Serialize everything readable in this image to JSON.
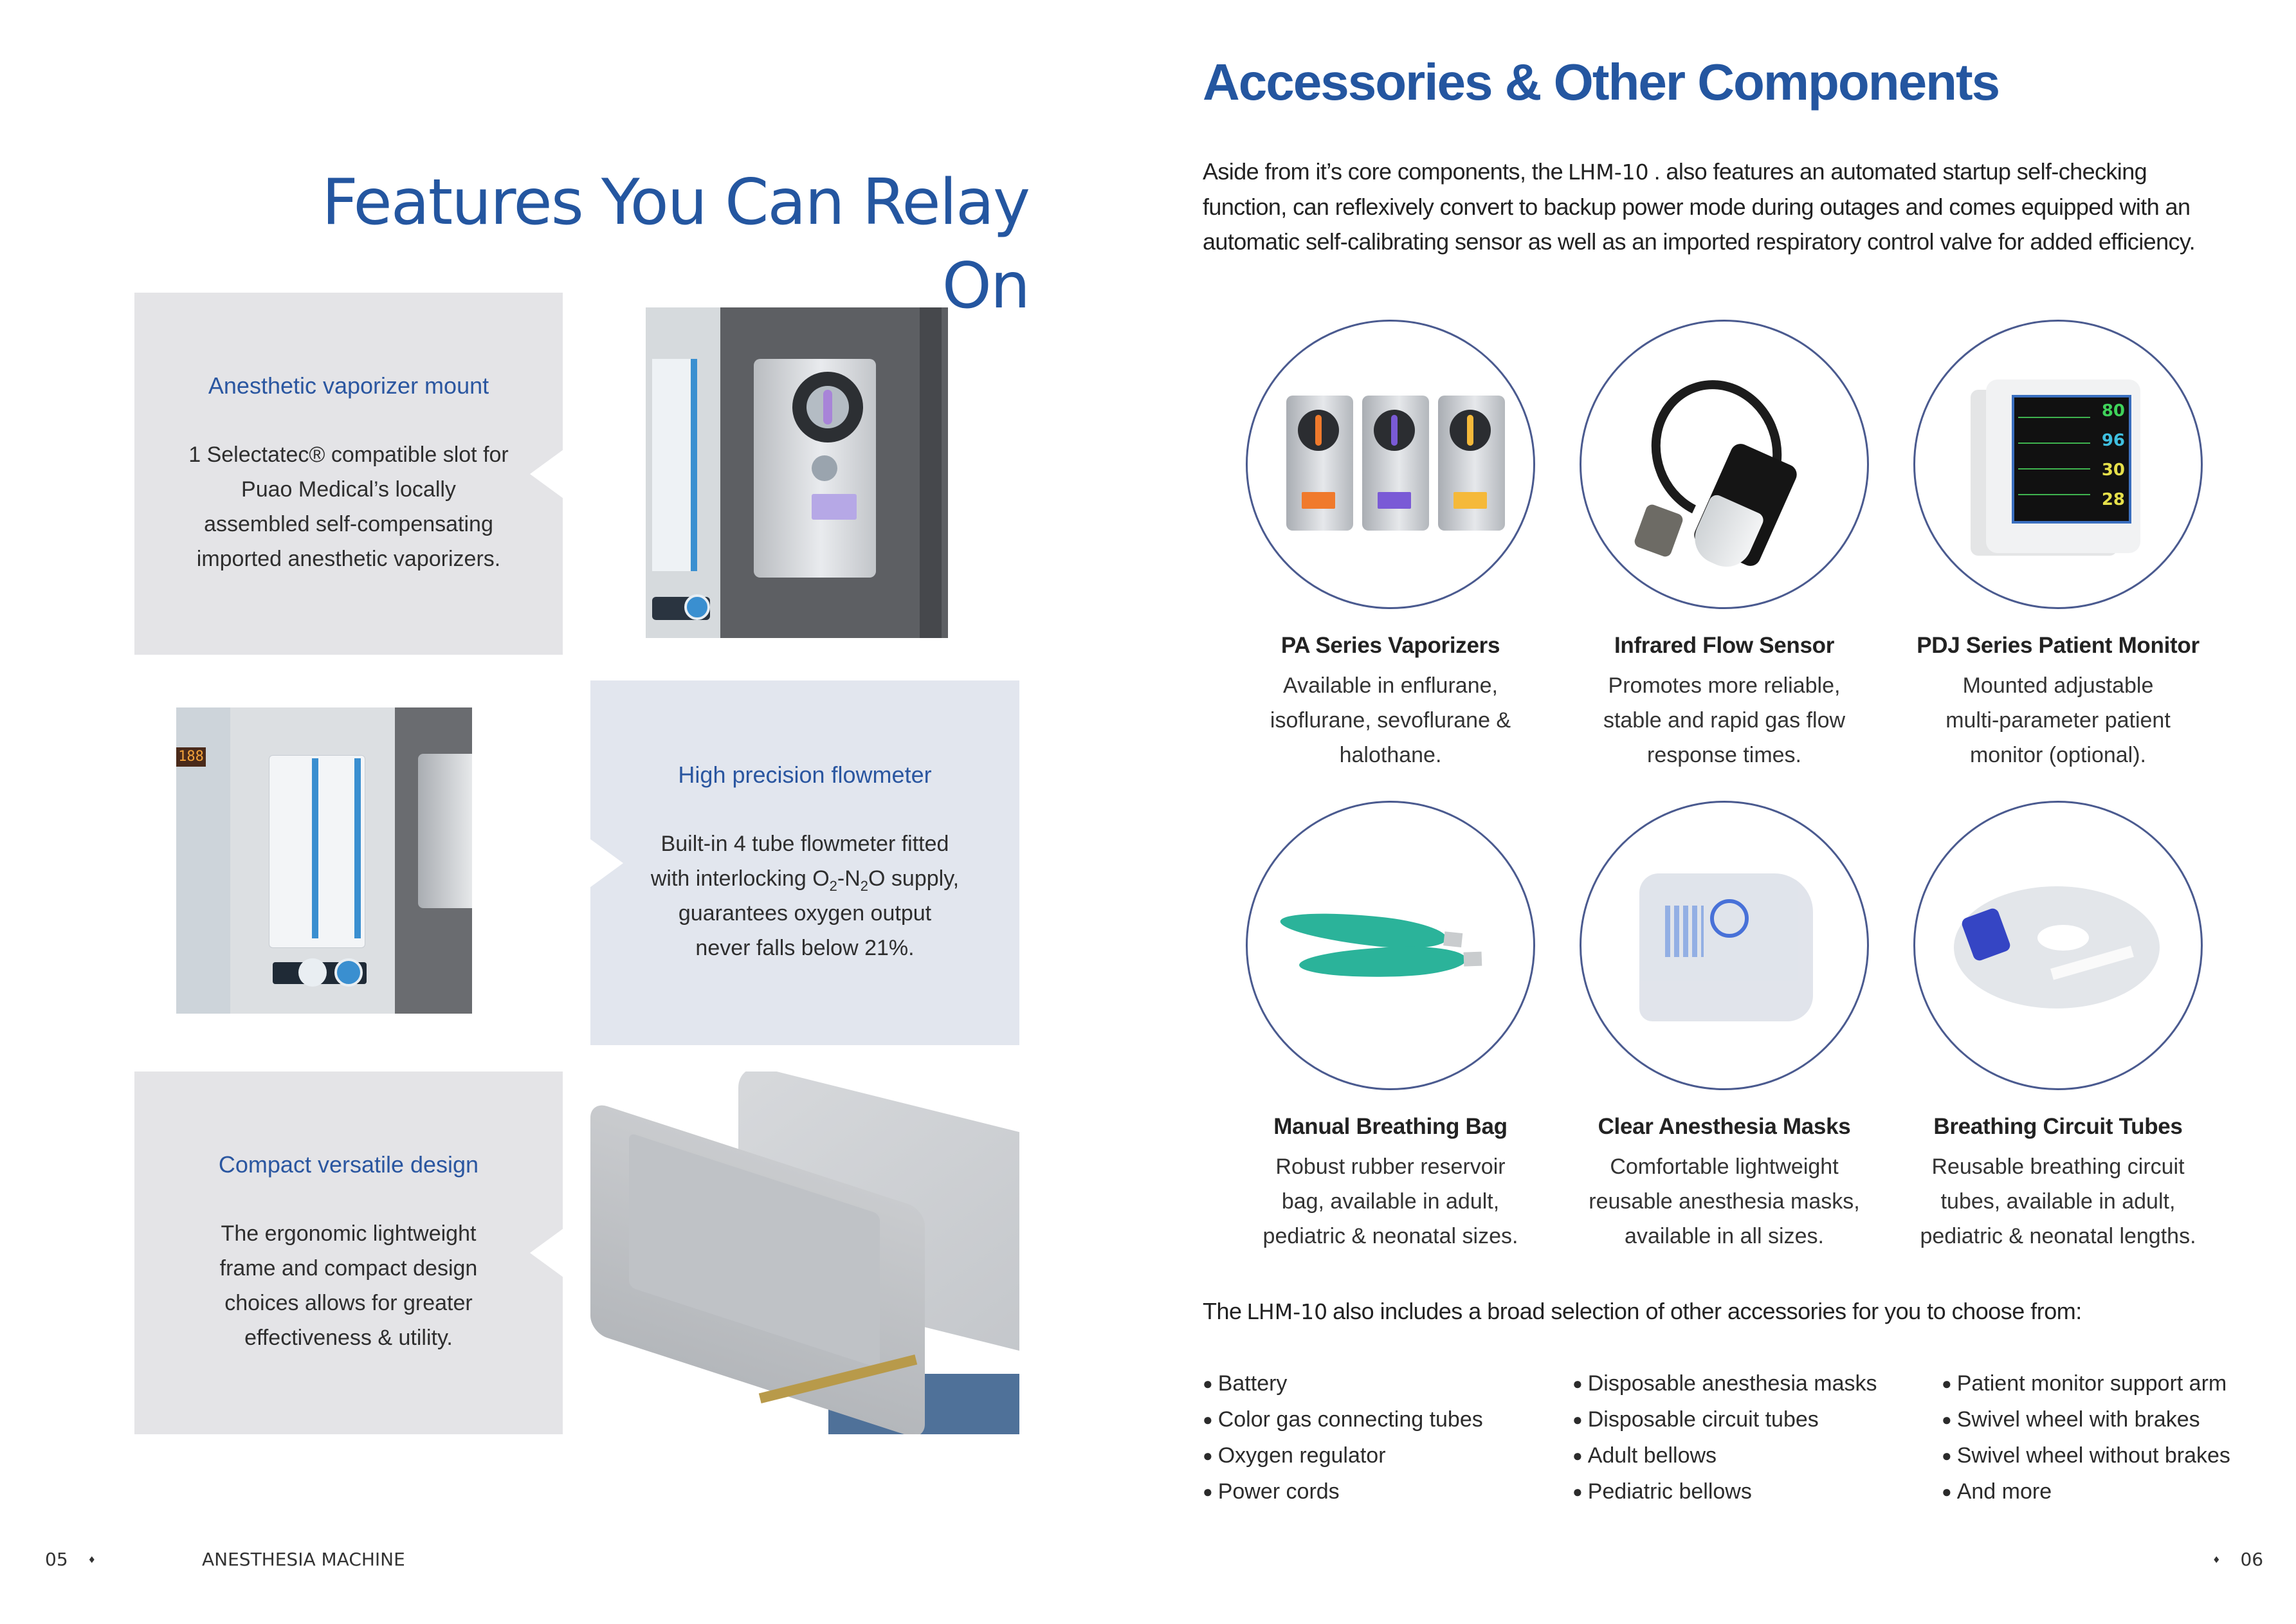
{
  "left_page": {
    "title": "Features You Can Relay On",
    "features": [
      {
        "title": "Anesthetic vaporizer mount",
        "body_lines": [
          "1 Selectatec® compatible slot for",
          "Puao Medical’s locally",
          "assembled self-compensating",
          "imported anesthetic vaporizers."
        ],
        "image": "vaporizer-mount-photo"
      },
      {
        "title": "High precision flowmeter",
        "body_line1": "Built-in 4 tube flowmeter fitted",
        "body_line2_pre": "with interlocking O",
        "body_line2_sub1": "2",
        "body_line2_mid": "-N",
        "body_line2_sub2": "2",
        "body_line2_post": "O supply,",
        "body_line3": "guarantees oxygen output",
        "body_line4": "never falls below 21%.",
        "image": "flowmeter-photo",
        "display_digits": "188"
      },
      {
        "title": "Compact versatile design",
        "body_lines": [
          "The ergonomic lightweight",
          "frame and compact design",
          "choices allows for greater",
          "effectiveness & utility."
        ],
        "image": "drawer-photo"
      }
    ],
    "footer": {
      "page_number": "05",
      "separator": "♦",
      "section": "ANESTHESIA MACHINE"
    }
  },
  "right_page": {
    "title": "Accessories & Other Components",
    "intro": {
      "pre": "Aside from it’s core components, the",
      "model": "LHM-10",
      "post_line1": ". also features an automated startup self-checking",
      "line2": "function, can reflexively convert to backup power mode during outages and comes equipped with an",
      "line3": "automatic self-calibrating sensor as well as an imported respiratory control valve for added efficiency."
    },
    "accessories": [
      {
        "name": "PA Series Vaporizers",
        "desc": [
          "Available in enflurane,",
          "isoflurane, sevoflurane &",
          "halothane."
        ],
        "icon": "vaporizers-image"
      },
      {
        "name": "Infrared Flow Sensor",
        "desc": [
          "Promotes more reliable,",
          "stable and rapid gas flow",
          "response times."
        ],
        "icon": "flow-sensor-image"
      },
      {
        "name": "PDJ Series Patient Monitor",
        "desc": [
          "Mounted adjustable",
          "multi-parameter patient",
          "monitor (optional)."
        ],
        "icon": "patient-monitor-image",
        "monitor_values": [
          "80",
          "96",
          "30",
          "28"
        ]
      },
      {
        "name": "Manual Breathing Bag",
        "desc": [
          "Robust rubber reservoir",
          "bag, available in adult,",
          "pediatric & neonatal sizes."
        ],
        "icon": "breathing-bag-image"
      },
      {
        "name": "Clear Anesthesia Masks",
        "desc": [
          "Comfortable lightweight",
          "reusable anesthesia masks,",
          "available in all sizes."
        ],
        "icon": "anesthesia-mask-image"
      },
      {
        "name": "Breathing Circuit Tubes",
        "desc": [
          "Reusable breathing circuit",
          "tubes, available in adult,",
          "pediatric & neonatal lengths."
        ],
        "icon": "circuit-tubes-image"
      }
    ],
    "more": {
      "pre": "The",
      "model": "LHM-10",
      "post": "also includes a broad selection of other accessories for you to choose from:"
    },
    "other_accessories": [
      [
        "Battery",
        "Color gas connecting tubes",
        "Oxygen regulator",
        "Power cords"
      ],
      [
        "Disposable anesthesia masks",
        "Disposable circuit tubes",
        "Adult bellows",
        "Pediatric bellows"
      ],
      [
        "Patient monitor support arm",
        "Swivel wheel with brakes",
        "Swivel wheel without brakes",
        "And more"
      ]
    ],
    "footer": {
      "separator": "♦",
      "page_number": "06"
    }
  },
  "colors": {
    "brand_blue": "#2456a0",
    "feature_box_grey": "#e4e4e7",
    "feature_box_blue": "#e2e6ee",
    "circle_outline": "#4a5a8f",
    "body_text": "#2b2b2b"
  }
}
